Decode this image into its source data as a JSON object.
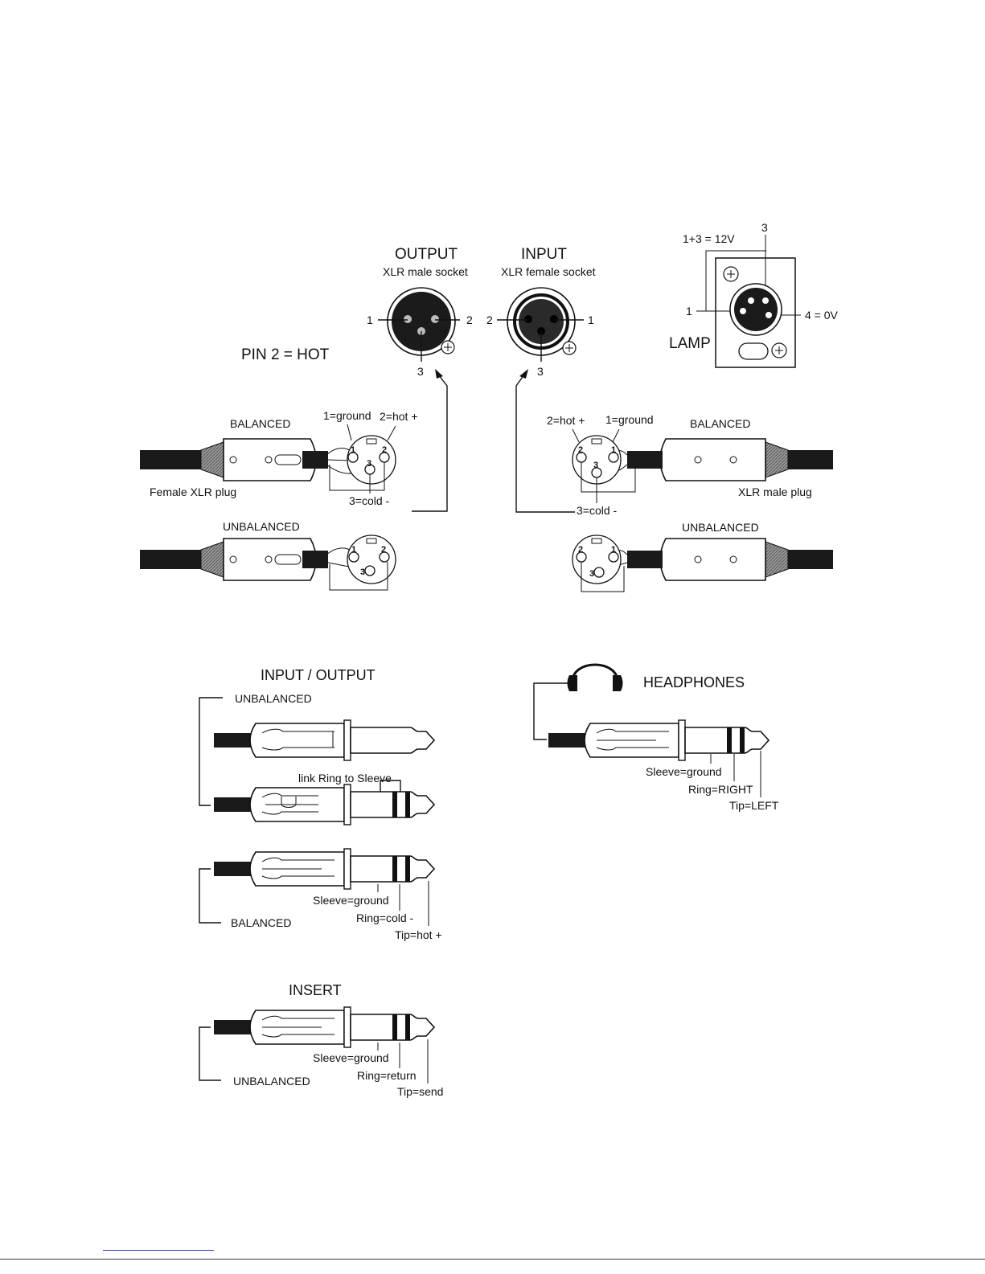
{
  "xlr": {
    "pin2_hot": "PIN 2 = HOT",
    "output": {
      "title": "OUTPUT",
      "subtitle": "XLR male socket",
      "pin1": "1",
      "pin2": "2",
      "pin3": "3"
    },
    "input": {
      "title": "INPUT",
      "subtitle": "XLR female socket",
      "pin1": "1",
      "pin2": "2",
      "pin3": "3"
    },
    "lamp": {
      "title": "LAMP",
      "supply": "1+3 = 12V",
      "ground": "4 = 0V",
      "pin1": "1",
      "pin3": "3"
    },
    "left": {
      "balanced": "BALANCED",
      "unbalanced": "UNBALANCED",
      "plug_name": "Female XLR plug",
      "ground": "1=ground",
      "hot": "2=hot +",
      "cold": "3=cold -"
    },
    "right": {
      "balanced": "BALANCED",
      "unbalanced": "UNBALANCED",
      "plug_name": "XLR male plug",
      "ground": "1=ground",
      "hot": "2=hot +",
      "cold": "3=cold -"
    },
    "pin_numbers": {
      "one": "1",
      "two": "2",
      "three": "3"
    }
  },
  "jack": {
    "io_title": "INPUT / OUTPUT",
    "unbalanced": "UNBALANCED",
    "link_note": "link Ring to Sleeve",
    "balanced": "BALANCED",
    "bal_sleeve": "Sleeve=ground",
    "bal_ring": "Ring=cold -",
    "bal_tip": "Tip=hot +",
    "insert_title": "INSERT",
    "insert_unbalanced": "UNBALANCED",
    "ins_sleeve": "Sleeve=ground",
    "ins_ring": "Ring=return",
    "ins_tip": "Tip=send",
    "hp_title": "HEADPHONES",
    "hp_sleeve": "Sleeve=ground",
    "hp_ring": "Ring=RIGHT",
    "hp_tip": "Tip=LEFT"
  }
}
